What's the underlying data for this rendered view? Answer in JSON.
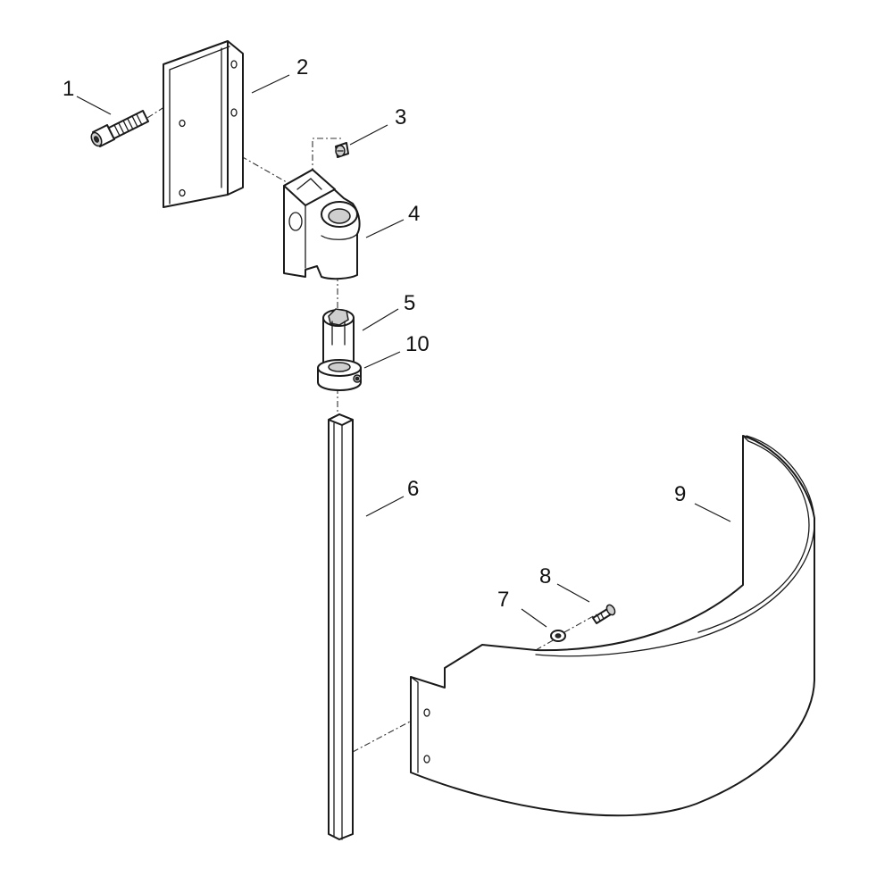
{
  "parts": [
    {
      "id": "1",
      "label": "1"
    },
    {
      "id": "2",
      "label": "2"
    },
    {
      "id": "3",
      "label": "3"
    },
    {
      "id": "4",
      "label": "4"
    },
    {
      "id": "5",
      "label": "5"
    },
    {
      "id": "6",
      "label": "6"
    },
    {
      "id": "7",
      "label": "7"
    },
    {
      "id": "8",
      "label": "8"
    },
    {
      "id": "9",
      "label": "9"
    },
    {
      "id": "10",
      "label": "10"
    }
  ],
  "colors": {
    "line": "#1a1a1a",
    "background": "#ffffff",
    "shade": "#cfcfcf"
  }
}
